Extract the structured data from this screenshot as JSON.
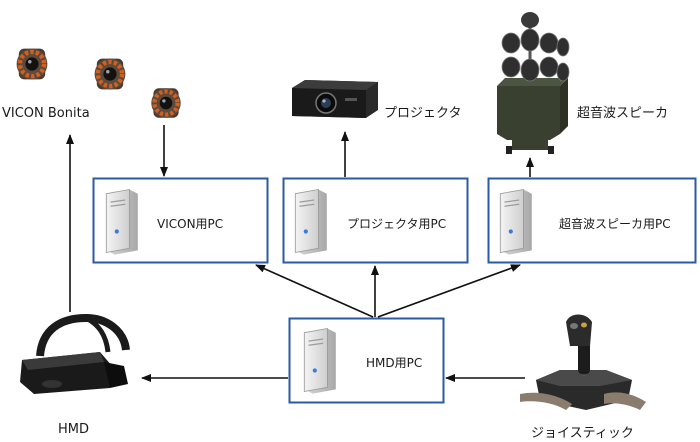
{
  "nodes": {
    "vicon_camera": {
      "label": "VICON Bonita",
      "icon": "motion-capture-camera-icon"
    },
    "projector": {
      "label": "プロジェクタ",
      "icon": "projector-icon"
    },
    "ultrasonic_speaker": {
      "label": "超音波スピーカ",
      "icon": "ultrasonic-speaker-icon"
    },
    "vicon_pc": {
      "label": "VICON用PC",
      "icon": "pc-tower-icon"
    },
    "projector_pc": {
      "label": "プロジェクタ用PC",
      "icon": "pc-tower-icon"
    },
    "speaker_pc": {
      "label": "超音波スピーカ用PC",
      "icon": "pc-tower-icon"
    },
    "hmd_pc": {
      "label": "HMD用PC",
      "icon": "pc-tower-icon"
    },
    "hmd": {
      "label": "HMD",
      "icon": "vr-headset-icon"
    },
    "joystick": {
      "label": "ジョイスティック",
      "icon": "joystick-icon"
    }
  },
  "edges": [
    {
      "from": "vicon_camera",
      "to": "vicon_pc"
    },
    {
      "from": "hmd",
      "to": "vicon_camera"
    },
    {
      "from": "projector_pc",
      "to": "projector"
    },
    {
      "from": "speaker_pc",
      "to": "ultrasonic_speaker"
    },
    {
      "from": "hmd_pc",
      "to": "vicon_pc"
    },
    {
      "from": "hmd_pc",
      "to": "projector_pc"
    },
    {
      "from": "hmd_pc",
      "to": "speaker_pc"
    },
    {
      "from": "hmd_pc",
      "to": "hmd"
    },
    {
      "from": "joystick",
      "to": "hmd_pc"
    }
  ],
  "colors": {
    "box_border": "#2b5aa6",
    "arrow": "#111111"
  }
}
